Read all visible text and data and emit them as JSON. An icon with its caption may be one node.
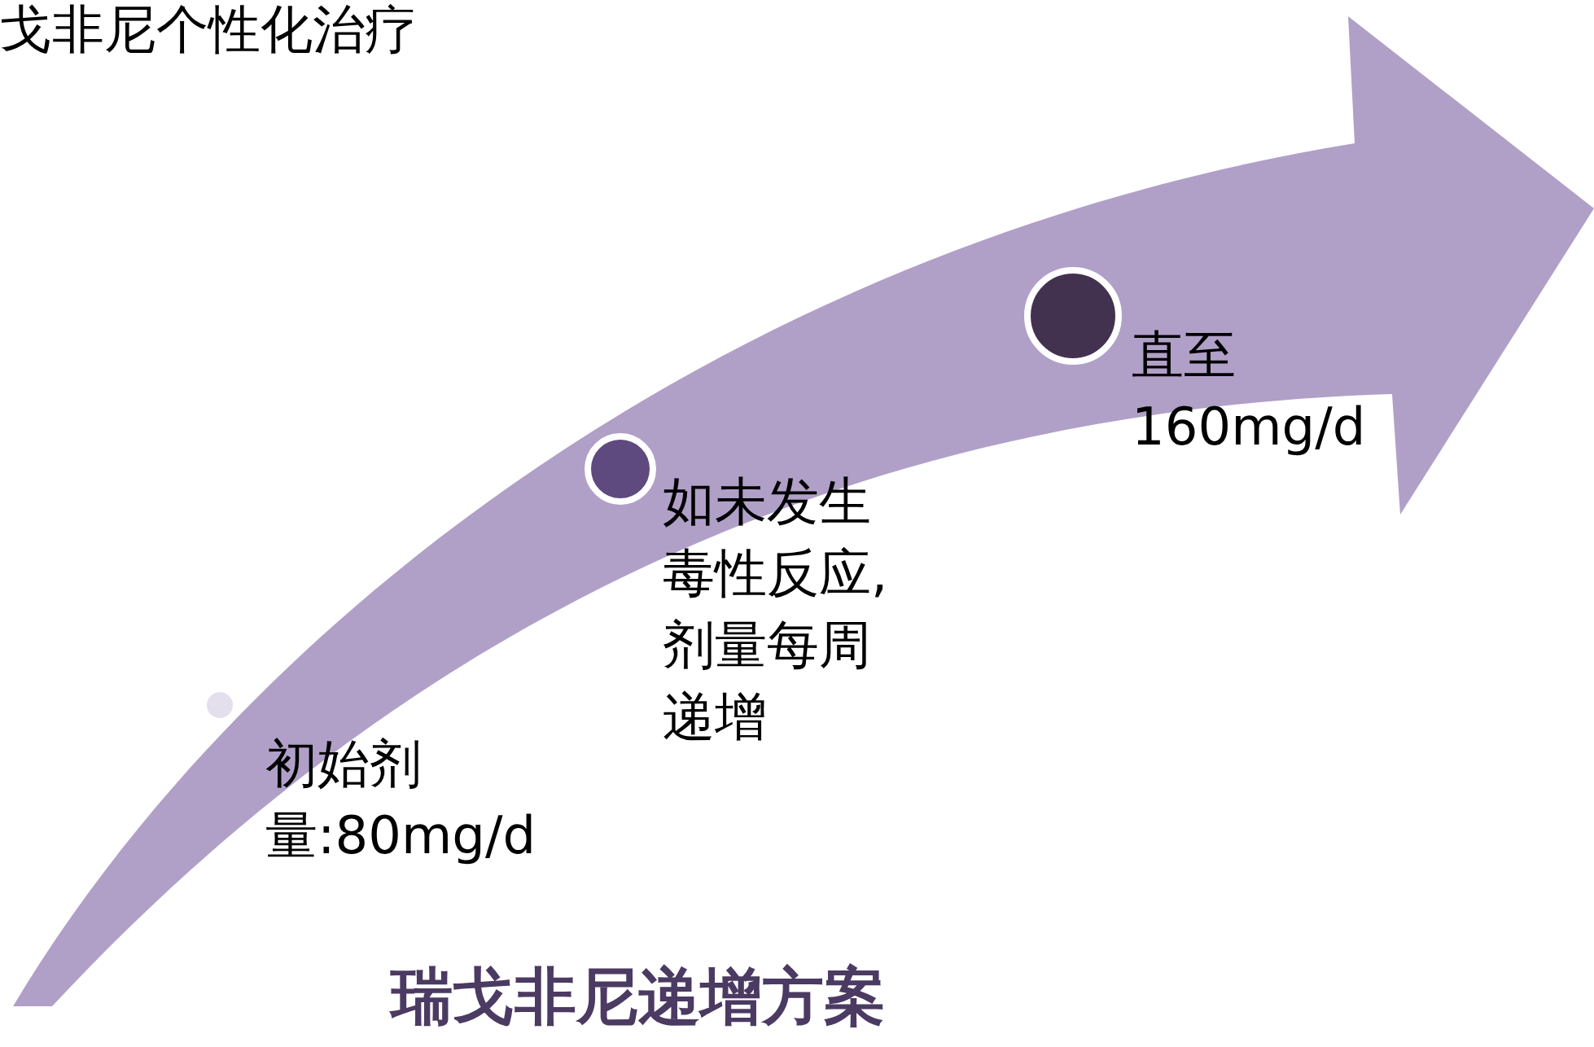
{
  "diagram": {
    "title": "戈非尼个性化治疗",
    "caption": "瑞戈非尼递增方案",
    "nodes": [
      {
        "text": [],
        "shape": "circle",
        "beside": [
          "初始剂量:80mg/d"
        ]
      },
      {
        "text": [],
        "shape": "circle",
        "beside": [
          "如未发生毒性反应,剂量每周递增"
        ]
      },
      {
        "text": [],
        "shape": "circle",
        "beside": [
          "直至160mg/d"
        ]
      }
    ]
  }
}
